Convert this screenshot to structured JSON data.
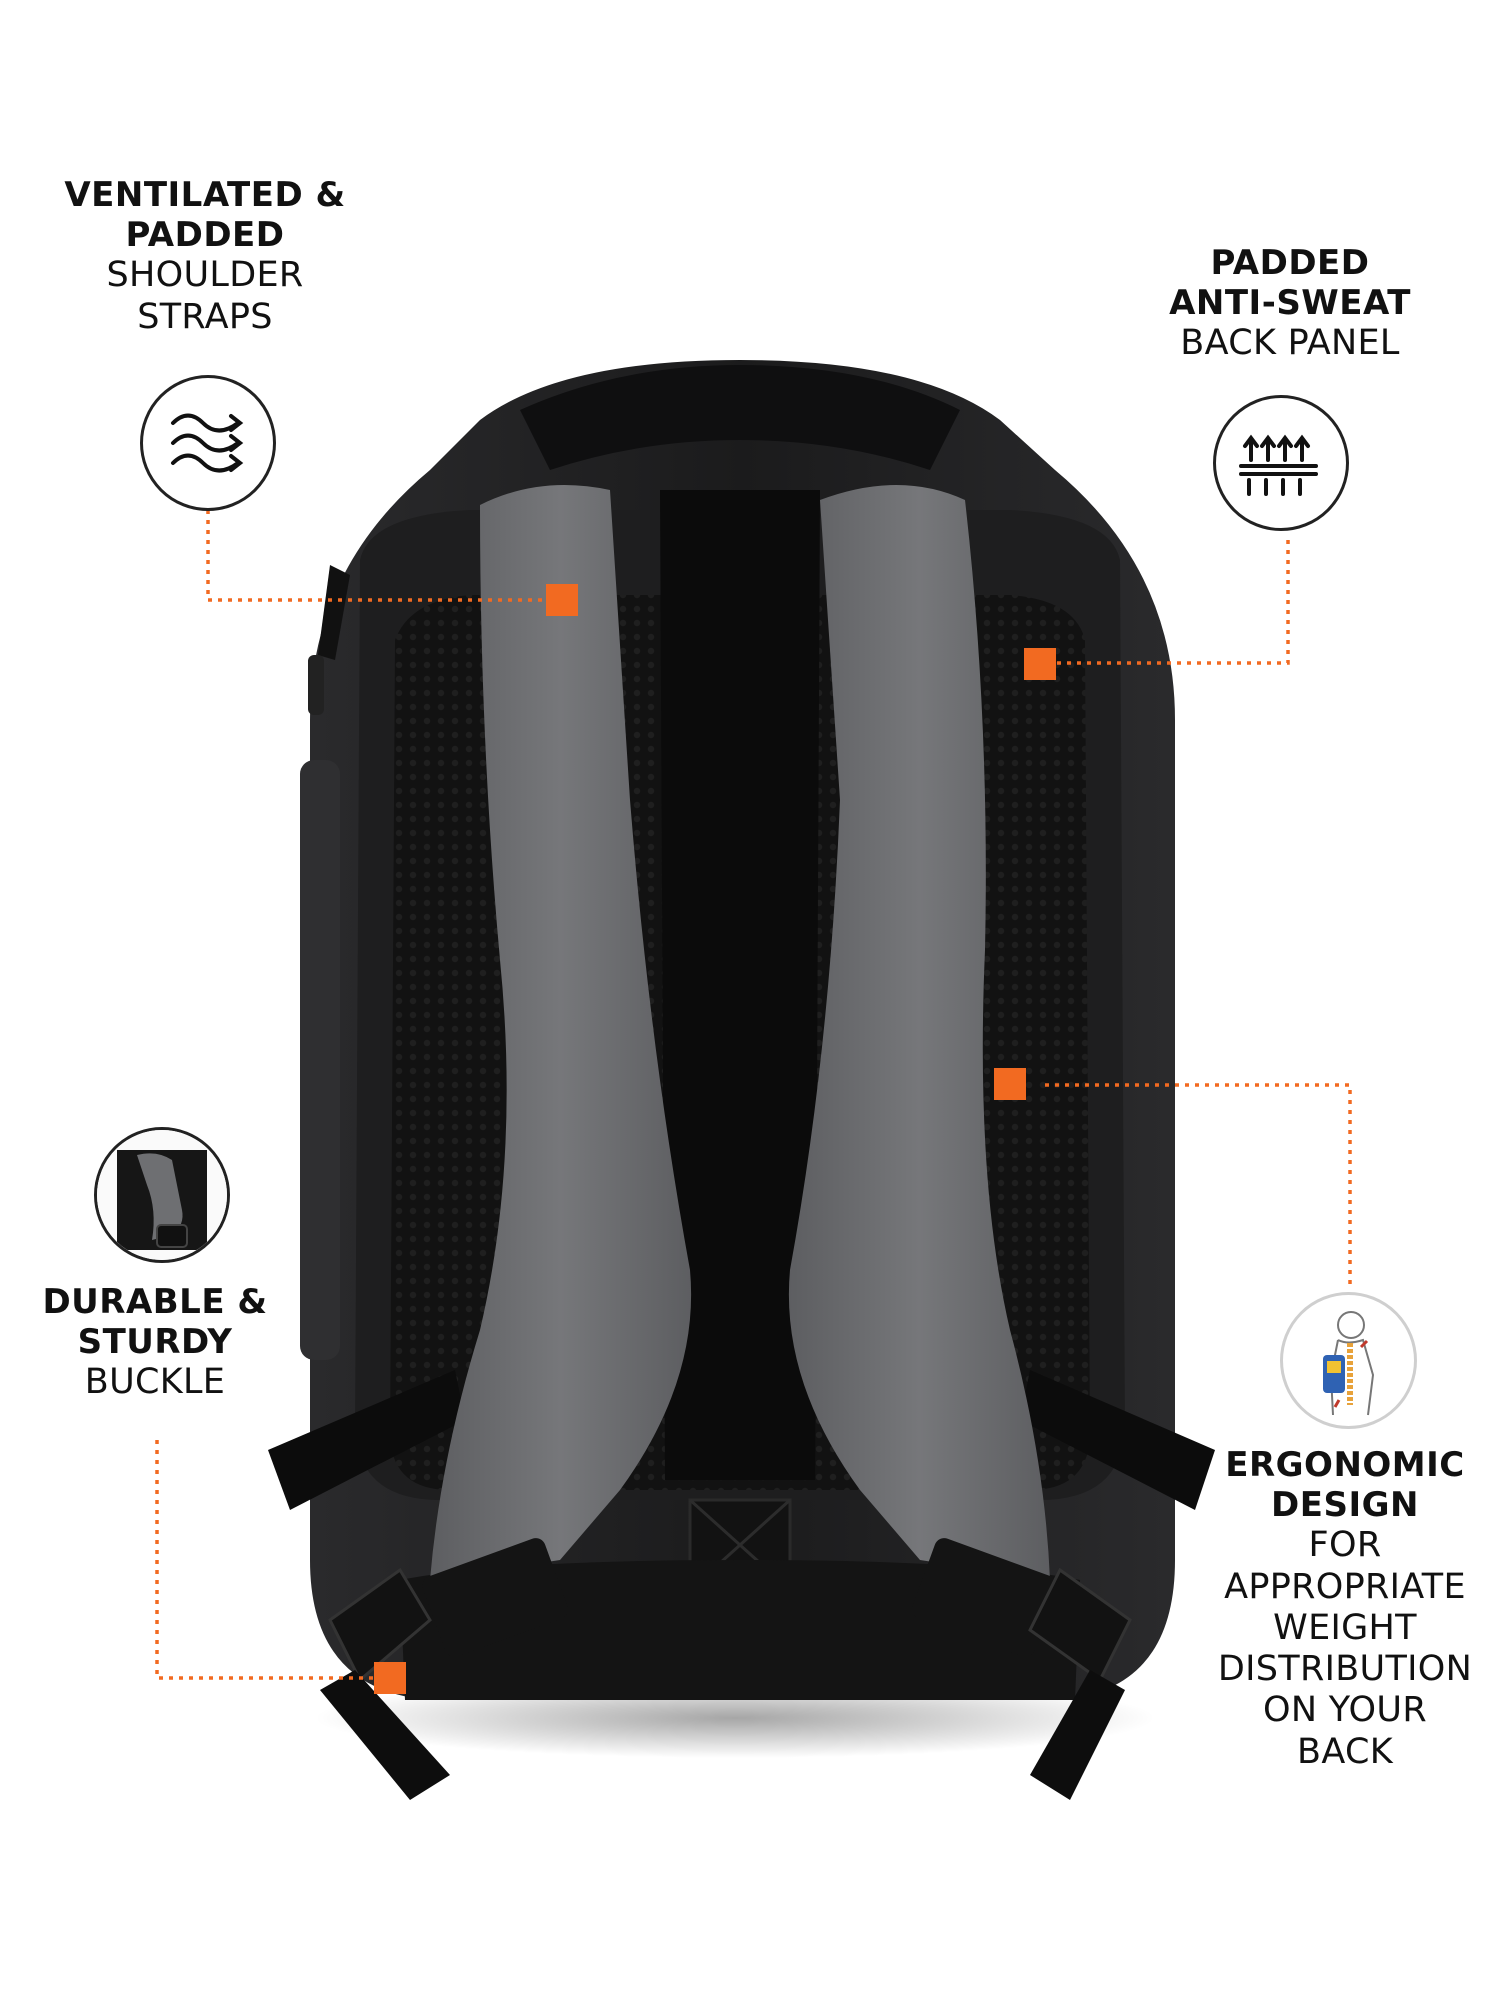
{
  "features": {
    "straps": {
      "title_lines": [
        "VENTILATED &",
        "PADDED"
      ],
      "sub_lines": [
        "SHOULDER",
        "STRAPS"
      ],
      "icon": "airflow-arrows-icon"
    },
    "back_panel": {
      "title_lines": [
        "PADDED",
        "ANTI-SWEAT"
      ],
      "sub_lines": [
        "BACK PANEL"
      ],
      "icon": "breathable-layers-icon"
    },
    "buckle": {
      "title_lines": [
        "DURABLE &",
        "STURDY"
      ],
      "sub_lines": [
        "BUCKLE"
      ],
      "icon": "strap-buckle-photo-icon"
    },
    "ergonomic": {
      "title_lines": [
        "ERGONOMIC",
        "DESIGN"
      ],
      "sub_lines": [
        "FOR",
        "APPROPRIATE",
        "WEIGHT",
        "DISTRIBUTION",
        "ON YOUR",
        "BACK"
      ],
      "icon": "person-spine-icon"
    }
  },
  "colors": {
    "accent": "#f26a21",
    "bag_black": "#1a1a1a",
    "strap_grey": "#6e6f72",
    "mesh": "#141414",
    "text": "#111111"
  }
}
